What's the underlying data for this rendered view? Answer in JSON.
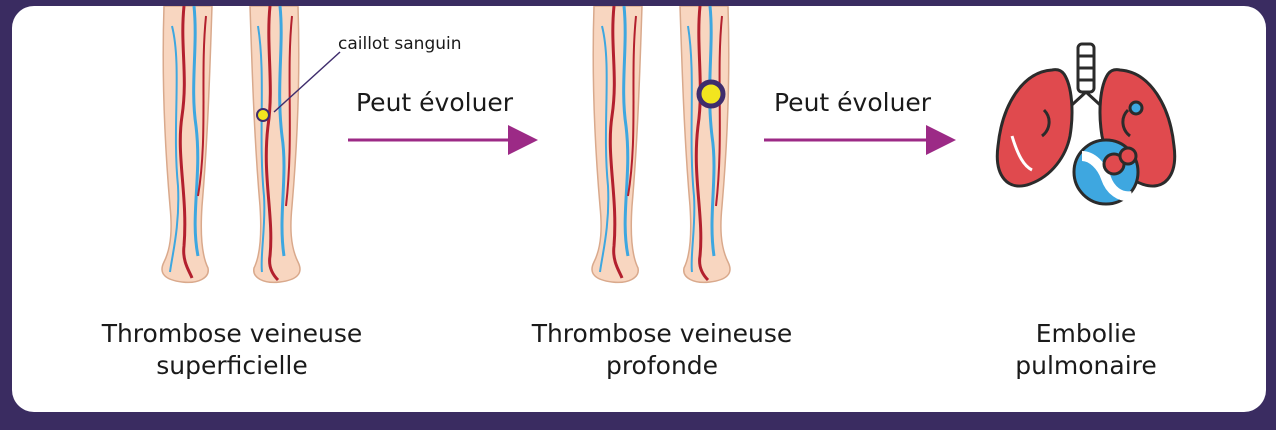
{
  "diagram": {
    "clot_label": "caillot sanguin",
    "arrow_label_1": "Peut évoluer",
    "arrow_label_2": "Peut évoluer",
    "stages": [
      {
        "line1": "Thrombose veineuse",
        "line2": "superficielle"
      },
      {
        "line1": "Thrombose veineuse",
        "line2": "profonde"
      },
      {
        "line1": "Embolie",
        "line2": "pulmonaire"
      }
    ]
  },
  "colors": {
    "frame": "#3a2c61",
    "arrow": "#9c2a86",
    "skin": "#f8d6c0",
    "vein_red": "#b3202e",
    "vein_blue": "#3ea7e0",
    "clot_fill": "#f2e51f",
    "clot_ring": "#3f2d6d",
    "lung": "#e04a4e"
  }
}
